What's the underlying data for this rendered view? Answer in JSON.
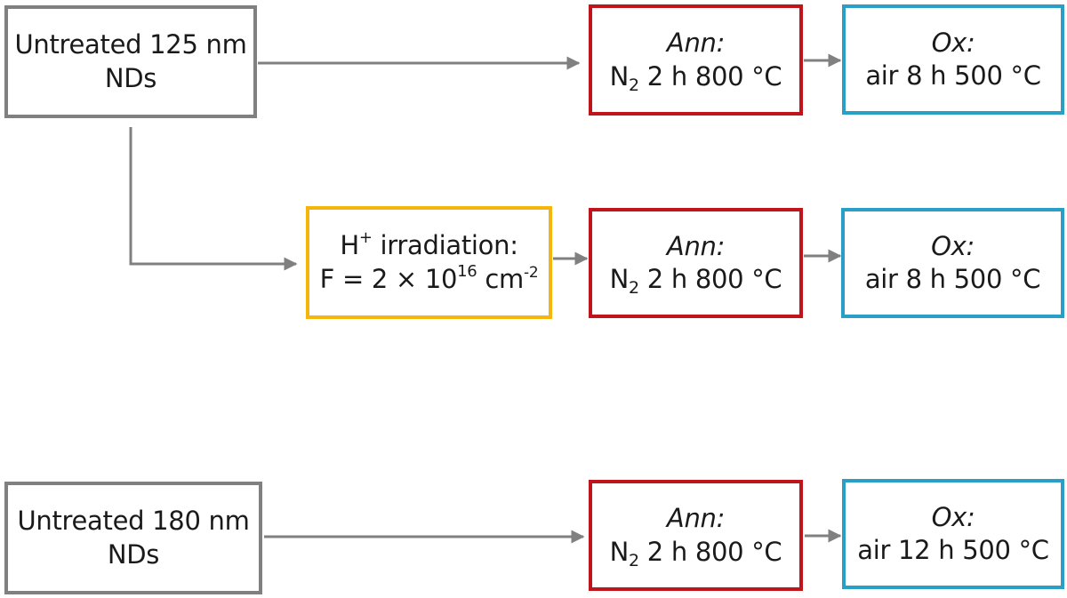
{
  "colors": {
    "gray": "#808080",
    "red": "#c0141c",
    "blue": "#2a9fc6",
    "yellow": "#f5b50d",
    "arrow": "#808080"
  },
  "row1": {
    "start": {
      "line1": "Untreated 125 nm",
      "line2": "NDs"
    },
    "ann": {
      "label": "Ann:",
      "gas": "N",
      "gas_sub": "2",
      "condition": " 2 h 800 °C"
    },
    "ox": {
      "label": "Ox:",
      "condition": "air 8 h 500 °C"
    }
  },
  "row2": {
    "irradiation": {
      "ion": "H",
      "ion_sup": "+",
      "label": " irradiation:",
      "fluence_prefix": "F = 2 × 10",
      "fluence_exp": "16",
      "fluence_unit": " cm",
      "fluence_unit_exp": "-2"
    },
    "ann": {
      "label": "Ann:",
      "gas": "N",
      "gas_sub": "2",
      "condition": " 2 h 800 °C"
    },
    "ox": {
      "label": "Ox:",
      "condition": "air 8 h 500 °C"
    }
  },
  "row3": {
    "start": {
      "line1": "Untreated 180 nm",
      "line2": "NDs"
    },
    "ann": {
      "label": "Ann:",
      "gas": "N",
      "gas_sub": "2",
      "condition": " 2 h 800 °C"
    },
    "ox": {
      "label": "Ox:",
      "condition": "air 12 h 500 °C"
    }
  }
}
